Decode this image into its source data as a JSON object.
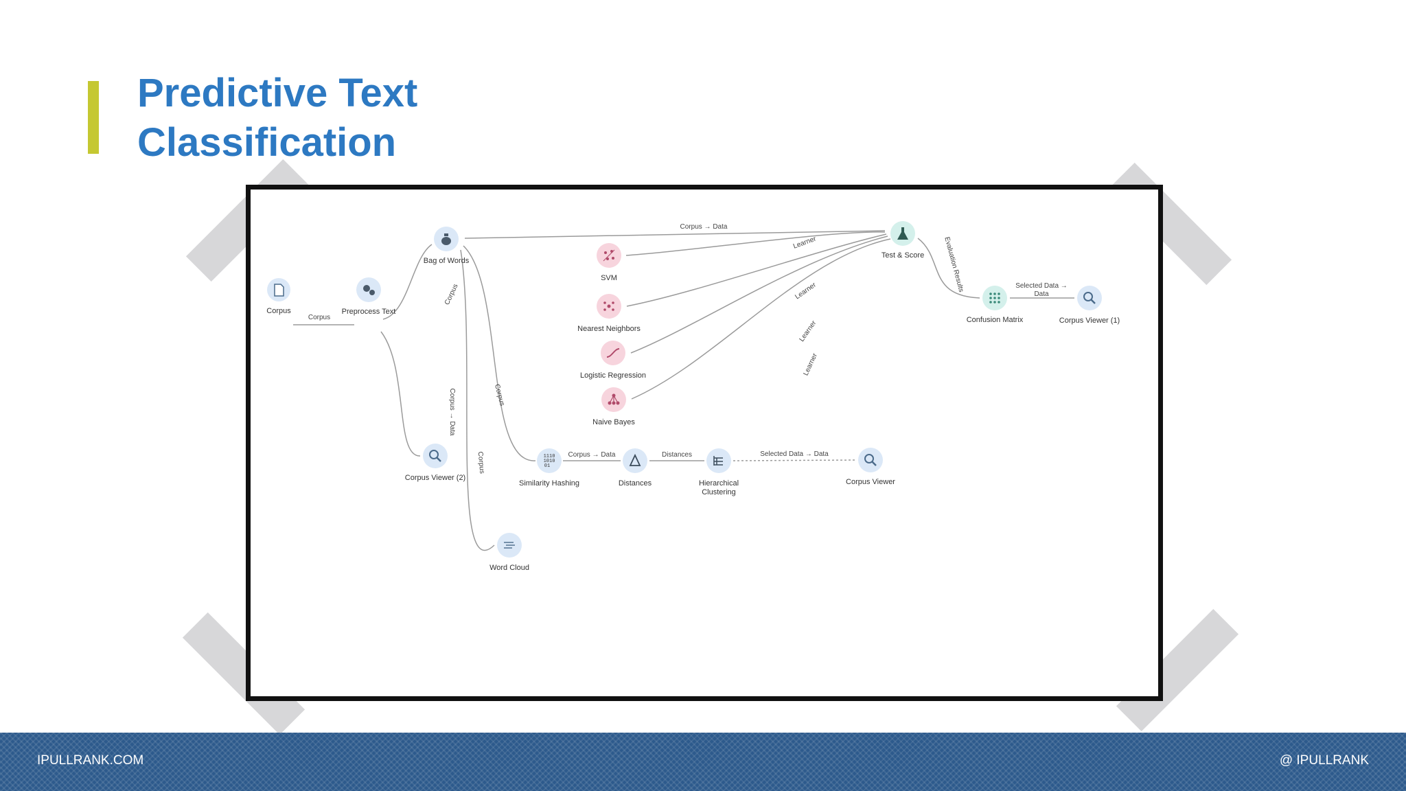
{
  "slide": {
    "title_line1": "Predictive Text",
    "title_line2": "Classification"
  },
  "footer": {
    "left": "IPULLRANK.COM",
    "right": "@ IPULLRANK"
  },
  "colors": {
    "title": "#2d79c2",
    "accent": "#c5c832",
    "footer": "#2d5a8c",
    "node_blue": "#dbe8f7",
    "node_pink": "#f7d4dd",
    "node_teal": "#d4f0eb"
  },
  "workflow": {
    "nodes": [
      {
        "id": "corpus",
        "label": "Corpus",
        "icon": "document-icon",
        "type": "blue"
      },
      {
        "id": "preprocess",
        "label": "Preprocess Text",
        "icon": "gears-icon",
        "type": "blue"
      },
      {
        "id": "bow",
        "label": "Bag of Words",
        "icon": "bag-icon",
        "type": "blue"
      },
      {
        "id": "svm",
        "label": "SVM",
        "icon": "svm-icon",
        "type": "pink"
      },
      {
        "id": "knn",
        "label": "Nearest Neighbors",
        "icon": "neighbors-icon",
        "type": "pink"
      },
      {
        "id": "logreg",
        "label": "Logistic Regression",
        "icon": "sigmoid-icon",
        "type": "pink"
      },
      {
        "id": "nb",
        "label": "Naive Bayes",
        "icon": "tree-icon",
        "type": "pink"
      },
      {
        "id": "testscore",
        "label": "Test & Score",
        "icon": "flask-icon",
        "type": "teal"
      },
      {
        "id": "confusion",
        "label": "Confusion Matrix",
        "icon": "matrix-icon",
        "type": "teal"
      },
      {
        "id": "cv1",
        "label": "Corpus Viewer (1)",
        "icon": "magnifier-icon",
        "type": "blue"
      },
      {
        "id": "cv2",
        "label": "Corpus Viewer (2)",
        "icon": "magnifier-icon",
        "type": "blue"
      },
      {
        "id": "simhash",
        "label": "Similarity Hashing",
        "icon": "binary-icon",
        "type": "blue",
        "icon_text": [
          "1110",
          "1010",
          "01"
        ]
      },
      {
        "id": "distances",
        "label": "Distances",
        "icon": "delta-icon",
        "type": "blue"
      },
      {
        "id": "hclust",
        "label": "Hierarchical Clustering",
        "label_lines": [
          "Hierarchical",
          "Clustering"
        ],
        "icon": "dendrogram-icon",
        "type": "blue"
      },
      {
        "id": "cvmain",
        "label": "Corpus Viewer",
        "icon": "magnifier-icon",
        "type": "blue"
      },
      {
        "id": "wordcloud",
        "label": "Word Cloud",
        "icon": "cloud-icon",
        "type": "blue"
      }
    ],
    "edges": [
      {
        "id": "e1",
        "label": "Corpus"
      },
      {
        "id": "e2",
        "label": "Corpus"
      },
      {
        "id": "e3",
        "label": "Corpus → Data"
      },
      {
        "id": "e4",
        "label": "Corpus → Data"
      },
      {
        "id": "e5",
        "label": "Learner"
      },
      {
        "id": "e6",
        "label": "Learner"
      },
      {
        "id": "e7",
        "label": "Learner"
      },
      {
        "id": "e8",
        "label": "Learner"
      },
      {
        "id": "e9",
        "label": "Evaluation Results"
      },
      {
        "id": "e10",
        "label": "Selected Data → Data",
        "label_lines": [
          "Selected Data →",
          "Data"
        ]
      },
      {
        "id": "e11",
        "label": "Corpus"
      },
      {
        "id": "e12",
        "label": "Corpus"
      },
      {
        "id": "e13",
        "label": "Corpus → Data"
      },
      {
        "id": "e14",
        "label": "Distances"
      },
      {
        "id": "e15",
        "label": "Selected Data → Data"
      }
    ]
  }
}
